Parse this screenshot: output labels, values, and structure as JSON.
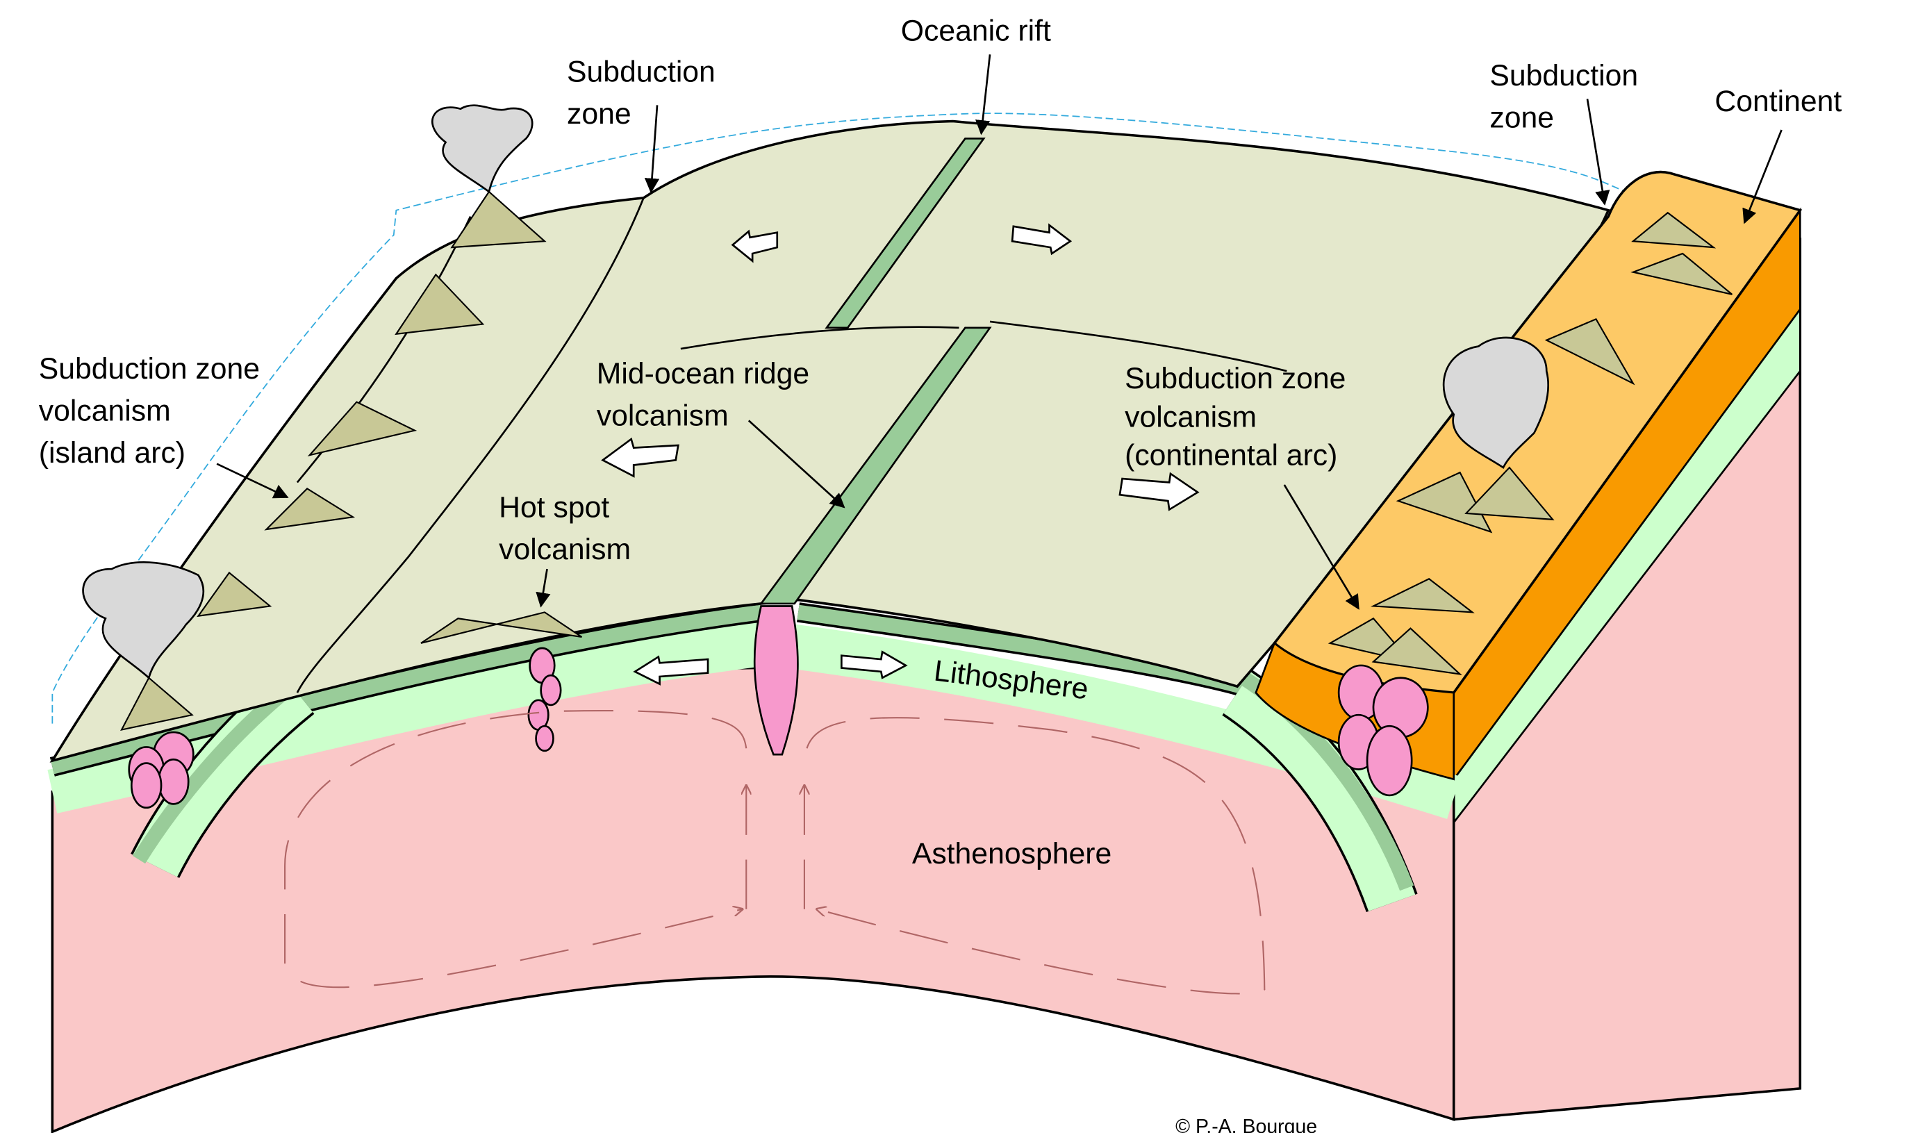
{
  "title": "Plate tectonics block diagram",
  "labels": {
    "oceanic_rift": "Oceanic rift",
    "subduction_zone_left": [
      "Subduction",
      "zone"
    ],
    "subduction_zone_right": [
      "Subduction",
      "zone"
    ],
    "continent": "Continent",
    "island_arc": [
      "Subduction zone",
      "volcanism",
      "(island arc)"
    ],
    "mid_ocean_ridge": [
      "Mid-ocean ridge",
      "volcanism"
    ],
    "hot_spot": [
      "Hot spot",
      "volcanism"
    ],
    "continental_arc": [
      "Subduction zone",
      "volcanism",
      "(continental arc)"
    ],
    "lithosphere": "Lithosphere",
    "asthenosphere": "Asthenosphere"
  },
  "copyright": "© P.-A. Bourque",
  "colors": {
    "ocean_floor": "#e4e8cc",
    "lithosphere_dark": "#99cc99",
    "lithosphere_light": "#ccffcc",
    "asthenosphere": "#fac8c8",
    "continent_top": "#fdc966",
    "continent_side": "#f99a00",
    "magma": "#f799cc",
    "volcano": "#c8c896",
    "smoke": "#d9d9d9",
    "sea_line": "#33aadd",
    "convection": "#b06666"
  }
}
